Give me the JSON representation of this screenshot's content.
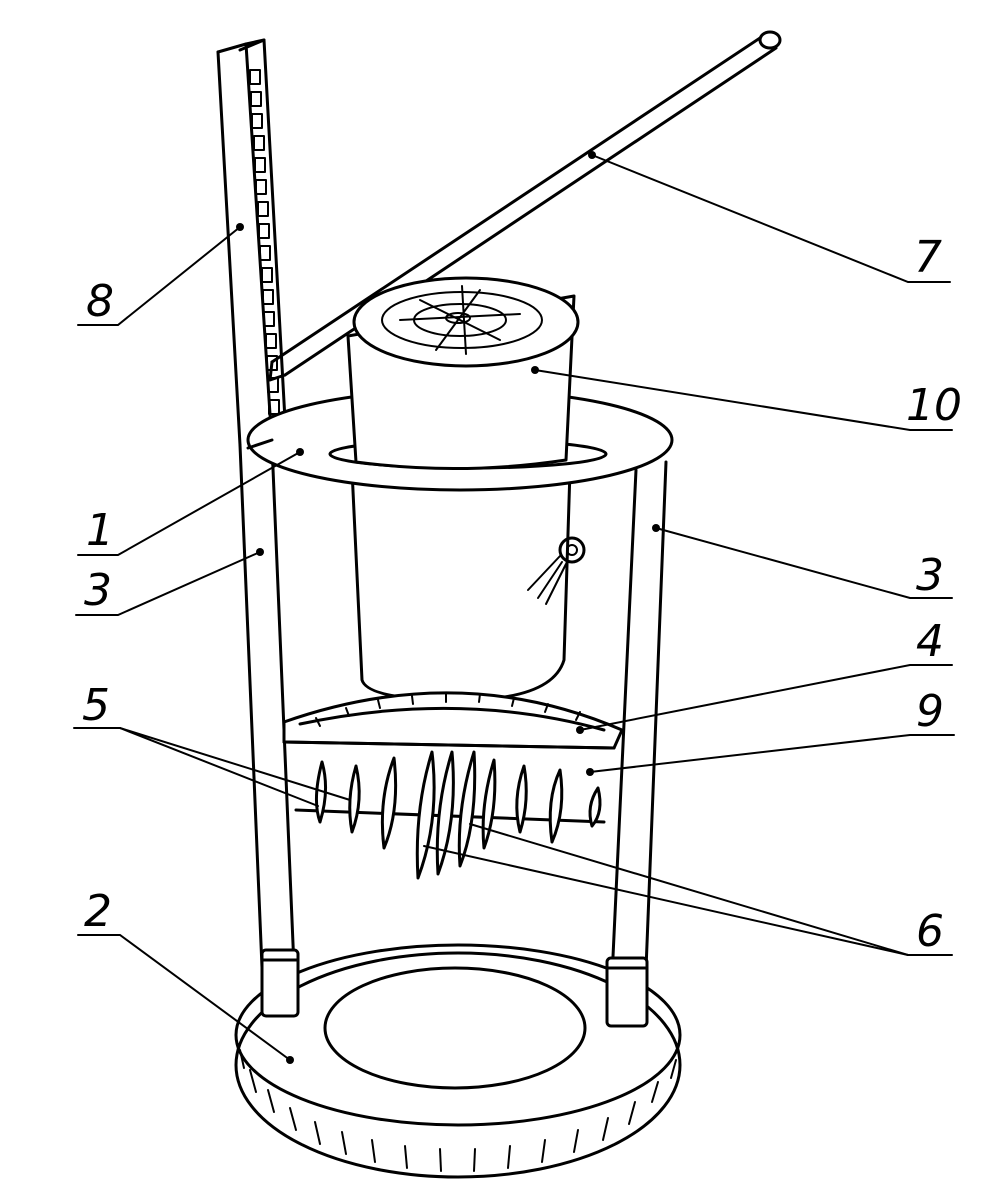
{
  "diagram": {
    "callouts": [
      {
        "id": "c1",
        "text": "1"
      },
      {
        "id": "c2",
        "text": "2"
      },
      {
        "id": "c3a",
        "text": "3"
      },
      {
        "id": "c3b",
        "text": "3"
      },
      {
        "id": "c4",
        "text": "4"
      },
      {
        "id": "c5",
        "text": "5"
      },
      {
        "id": "c6",
        "text": "6"
      },
      {
        "id": "c7",
        "text": "7"
      },
      {
        "id": "c8",
        "text": "8"
      },
      {
        "id": "c9",
        "text": "9"
      },
      {
        "id": "c10",
        "text": "10"
      }
    ]
  }
}
